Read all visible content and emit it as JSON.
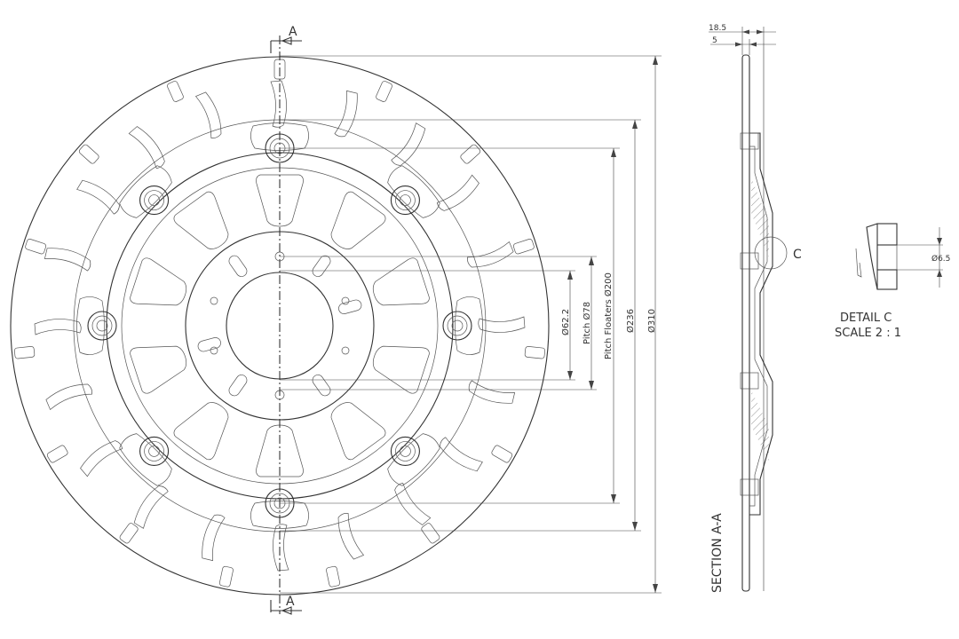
{
  "drawing": {
    "section_marker_top": "A",
    "section_marker_bottom": "A",
    "detail_callout": "C",
    "dimensions": {
      "d_outer": "Ø310",
      "d_236": "Ø236",
      "pitch_floaters": "Pitch Floaters Ø200",
      "pitch_78": "Pitch Ø78",
      "d_62": "Ø62.2",
      "thickness_total": "18.5",
      "thickness_disc": "5",
      "hole_detail": "Ø6.5"
    },
    "section_label": "SECTION A-A",
    "detail_label": "DETAIL C",
    "detail_scale": "SCALE 2 : 1"
  },
  "colors": {
    "line": "#333333",
    "background": "#ffffff"
  }
}
